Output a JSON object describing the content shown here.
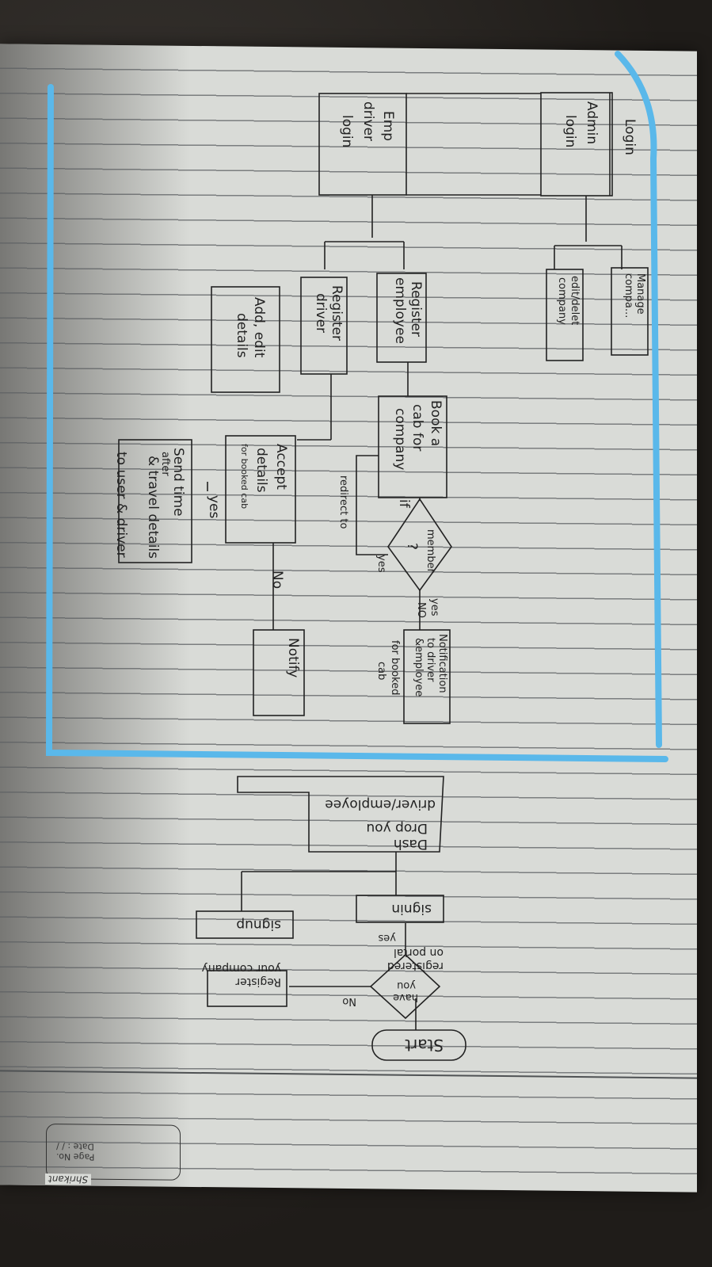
{
  "notebook": {
    "brand": "Shrikant",
    "page_no_label": "Page No.",
    "date_label": "Date :",
    "date_value": "/   /"
  },
  "upper_flow": {
    "login": "Login",
    "admin_login": [
      "Admin",
      "login"
    ],
    "emp_driver_login": [
      "Emp",
      "driver",
      "login"
    ],
    "manage_company": [
      "Manage",
      "compa..."
    ],
    "edit_delete_company": [
      "edit/delet",
      "company"
    ],
    "register_employee": [
      "Register",
      "employee"
    ],
    "register_driver": [
      "Register",
      "driver"
    ],
    "add_edit_details": [
      "Add, edit",
      "details"
    ],
    "book_cab": [
      "Book a",
      "cab for",
      "company"
    ],
    "if_label": "if",
    "member_decision": [
      "member",
      "?"
    ],
    "yes_label_1": "yes",
    "no_label_1": "NO",
    "yes_label_2": "yes",
    "redirect_label": "redirect to",
    "notification": [
      "Notification",
      "to driver",
      "&employee",
      "for booked",
      "cab"
    ],
    "accept_details": [
      "Accept",
      "details",
      "for booked cab"
    ],
    "yes_label_3": "yes",
    "no_label_2": "No",
    "notify": "Notify",
    "send_time": [
      "Send time",
      "& travel details",
      "to user & driver"
    ],
    "after_label": "after"
  },
  "lower_flow": {
    "start": "Start",
    "have_you_registered": [
      "have",
      "you",
      "registered",
      "on portal"
    ],
    "no_label": "No",
    "yes_label": "yes",
    "register_company": [
      "Register",
      "your company"
    ],
    "signup": "signup",
    "signin": "signin",
    "dashboard": [
      "Dash",
      "Drop you",
      "driver/employee"
    ]
  },
  "highlight_color": "#5ab8ea",
  "ink_color": "#222222",
  "paper_color": "#d9dbd7"
}
